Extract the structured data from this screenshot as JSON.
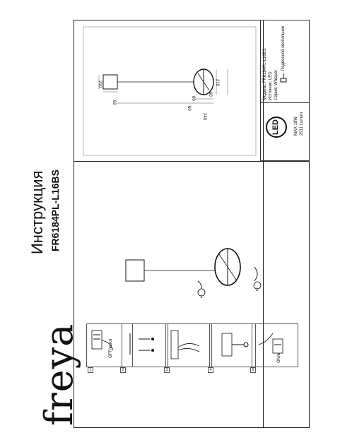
{
  "brand": "freya",
  "title": "Инструкция",
  "model_code": "FR6184PL-L16BS",
  "steps": [
    {
      "num": "1",
      "label": "OFF/выкл"
    },
    {
      "num": "2",
      "label": ""
    },
    {
      "num": "3",
      "label": ""
    },
    {
      "num": "4",
      "label": ""
    },
    {
      "num": "5",
      "label": "ON/вкл"
    }
  ],
  "rotation_marks": [
    "1",
    "2"
  ],
  "led_badge": "LED",
  "specs": {
    "power": "MAX 18W",
    "lumens": "2011 Lumen"
  },
  "info": {
    "model_label": "Модель:",
    "model_value": "FR6184PL-L16BS",
    "light_label": "Источник:",
    "light_value": "LED",
    "series_label": "Серия:",
    "series_value": "Whisper",
    "type_value": "Подвесной светильник"
  },
  "dimensions": [
    "60",
    "60",
    "210",
    "60",
    "210",
    "60",
    "240"
  ]
}
